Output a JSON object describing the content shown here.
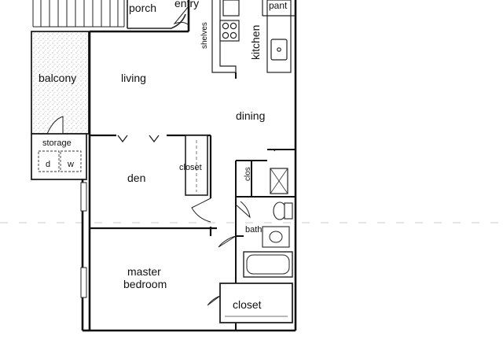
{
  "rooms": {
    "porch": "porch",
    "entry": "entry",
    "shelves": "shelves",
    "kitchen": "kitchen",
    "pantry": "pant",
    "balcony": "balcony",
    "living": "living",
    "dining": "dining",
    "storage": "storage",
    "dryer": "d",
    "washer": "w",
    "den": "den",
    "den_closet": "closet",
    "hall_closet": "clos",
    "bath": "bath",
    "master_bedroom_line1": "master",
    "master_bedroom_line2": "bedroom",
    "master_closet": "closet"
  }
}
